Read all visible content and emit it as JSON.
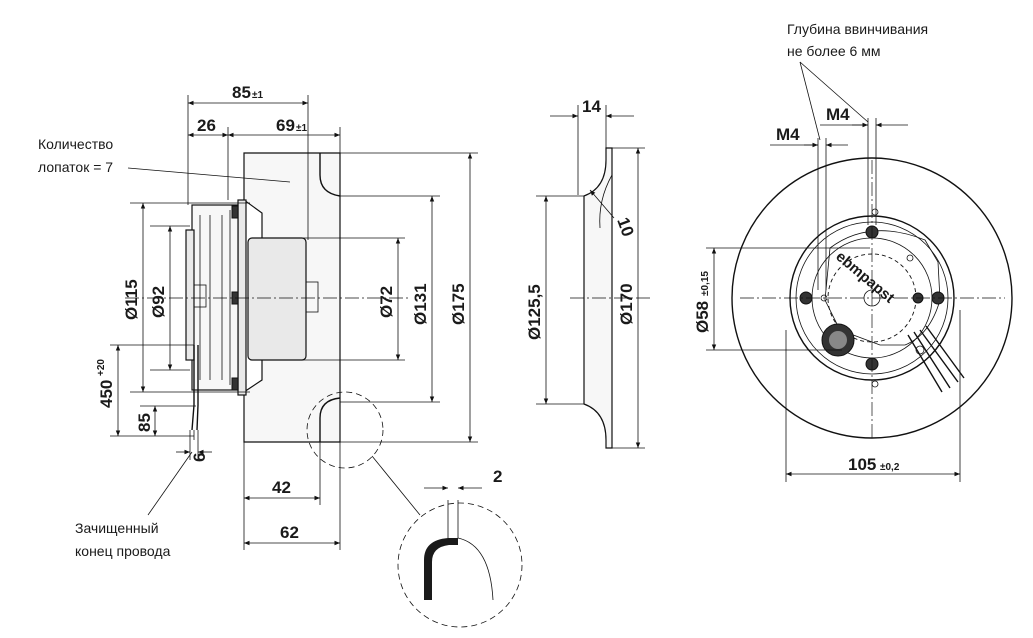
{
  "colors": {
    "line": "#111111",
    "text": "#1a1a1a",
    "background": "#ffffff"
  },
  "notes": {
    "blade_count_line1": "Количество",
    "blade_count_line2": "лопаток = 7",
    "stripped_end_line1": "Зачищенный",
    "stripped_end_line2": "конец провода",
    "screw_depth_line1": "Глубина ввинчивания",
    "screw_depth_line2": "не более 6 мм"
  },
  "side_view": {
    "overall_depth": "85",
    "overall_depth_tol": "±1",
    "hub_offset": "26",
    "impeller_depth": "69",
    "impeller_depth_tol": "±1",
    "dia_115": "Ø115",
    "dia_92": "Ø92",
    "dia_72": "Ø72",
    "dia_131": "Ø131",
    "dia_175": "Ø175",
    "cable_length": "450",
    "cable_length_tol": "+20",
    "cable_dim_85": "85",
    "wire_strip": "6",
    "depth_42": "42",
    "depth_62": "62",
    "detail_thickness": "2"
  },
  "section_view": {
    "width_14": "14",
    "dia_125_5": "Ø125,5",
    "dia_170": "Ø170",
    "radius_10": "10"
  },
  "front_view": {
    "thread_m4_a": "M4",
    "thread_m4_b": "M4",
    "dia_58": "Ø58",
    "dia_58_tol": "±0,15",
    "pitch_105": "105",
    "pitch_105_tol": "±0,2",
    "brand": "ebmpapst"
  }
}
